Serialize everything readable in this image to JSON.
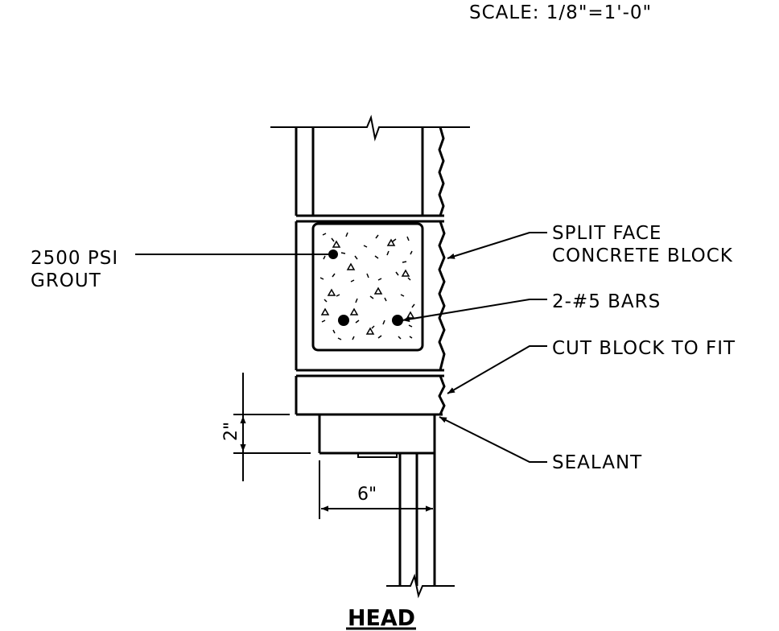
{
  "scale_note": "SCALE:  1/8\"=1'-0\"",
  "title": "HEAD",
  "labels": {
    "grout_line1": "2500 PSI",
    "grout_line2": "GROUT",
    "block_line1": "SPLIT FACE",
    "block_line2": "CONCRETE BLOCK",
    "bars": "2-#5 BARS",
    "cut_block": "CUT BLOCK TO FIT",
    "sealant": "SEALANT"
  },
  "dimensions": {
    "height": "2\"",
    "width": "6\""
  },
  "colors": {
    "ink": "#000000",
    "paper": "#ffffff"
  }
}
